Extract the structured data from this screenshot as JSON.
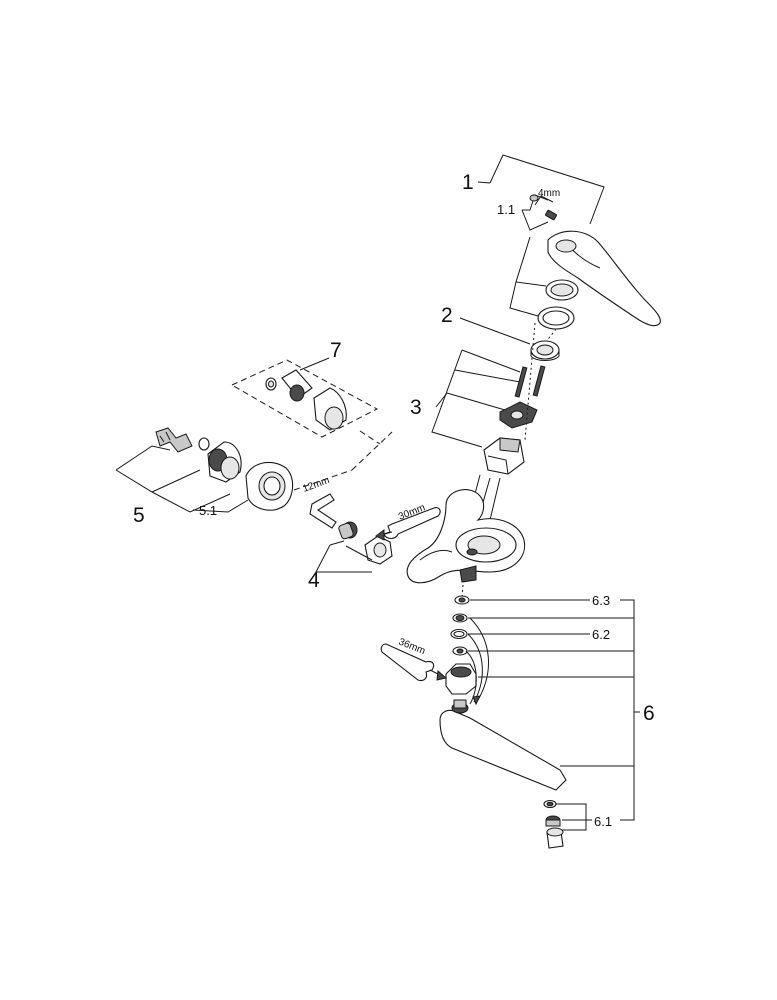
{
  "labels": {
    "p1": "1",
    "p1_1": "1.1",
    "p2": "2",
    "p3": "3",
    "p4": "4",
    "p5": "5",
    "p5_1": "5.1",
    "p6": "6",
    "p6_1": "6.1",
    "p6_2": "6.2",
    "p6_3": "6.3",
    "p7": "7"
  },
  "tools": {
    "hex_key_4": "4mm",
    "hex_key_12": "12mm",
    "wrench_30": "30mm",
    "wrench_36": "36mm"
  }
}
